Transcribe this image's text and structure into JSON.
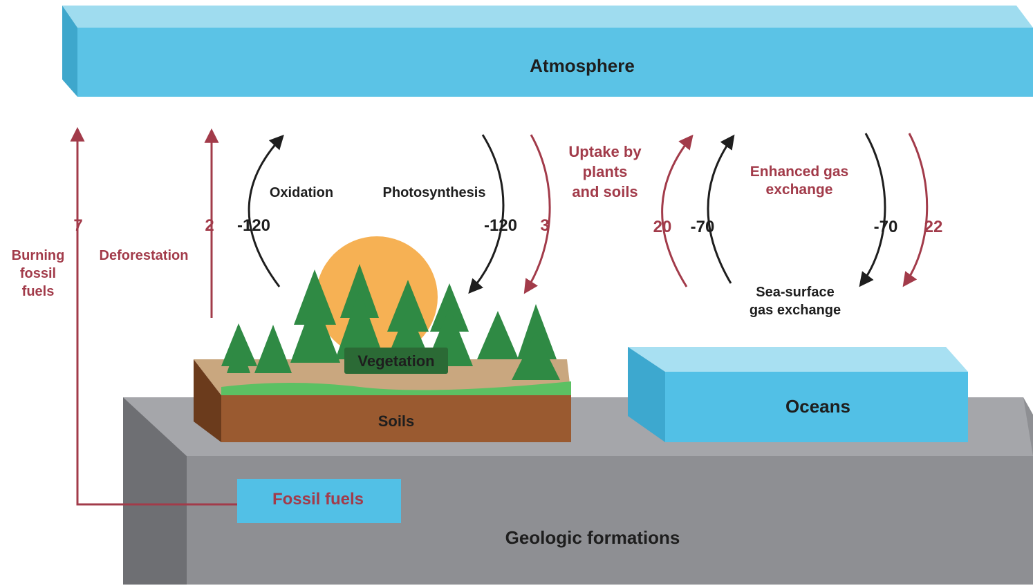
{
  "colors": {
    "atmosphere": "#5bc3e6",
    "ocean": "#52c0e6",
    "ground": "#8e8f93",
    "soil": "#9a5a30",
    "vegetation": "#2f7d3f",
    "sun": "#f6b154",
    "human_flux": "#a23b4a",
    "natural_flux": "#1e1e1e"
  },
  "reservoirs": {
    "atmosphere": "Atmosphere",
    "vegetation": "Vegetation",
    "soils": "Soils",
    "oceans": "Oceans",
    "fossil_fuels": "Fossil fuels",
    "geologic": "Geologic formations"
  },
  "fluxes": {
    "burning": {
      "value": "7",
      "label_lines": [
        "Burning",
        "fossil",
        "fuels"
      ]
    },
    "deforestation": {
      "value": "2",
      "label": "Deforestation"
    },
    "oxidation": {
      "value": "-120",
      "label": "Oxidation"
    },
    "photosynthesis": {
      "value": "-120",
      "label": "Photosynthesis"
    },
    "uptake": {
      "value": "3",
      "label_lines": [
        "Uptake by",
        "plants",
        "and soils"
      ]
    },
    "enhanced_up": {
      "value": "20"
    },
    "sea_up": {
      "value": "-70"
    },
    "enhanced_label_lines": [
      "Enhanced gas",
      "exchange"
    ],
    "sea_down": {
      "value": "-70"
    },
    "enhanced_down": {
      "value": "22"
    },
    "sea_surface_label_lines": [
      "Sea-surface",
      "gas exchange"
    ]
  }
}
